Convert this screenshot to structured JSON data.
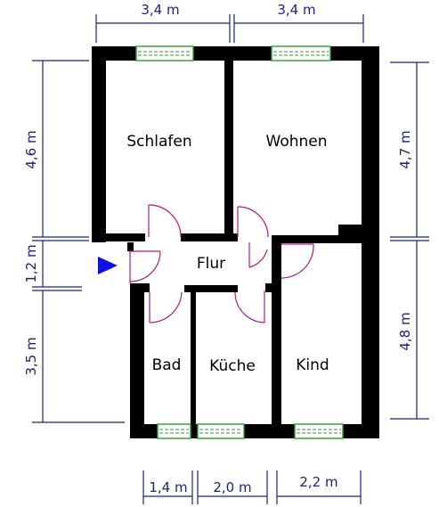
{
  "rooms": {
    "schlafen": "Schlafen",
    "wohnen": "Wohnen",
    "flur": "Flur",
    "bad": "Bad",
    "kueche": "Küche",
    "kind": "Kind"
  },
  "dimensions": {
    "top_left": "3,4 m",
    "top_right": "3,4 m",
    "left_upper": "4,6 m",
    "left_middle": "1,2 m",
    "left_lower": "3,5 m",
    "right_upper": "4,7 m",
    "right_lower": "4,8 m",
    "bottom_bad": "1,4 m",
    "bottom_kueche": "2,0 m",
    "bottom_kind": "2,2 m"
  },
  "colors": {
    "dimension": "#1a237e",
    "wall": "#000000",
    "door": "#b0188a",
    "window": "#2e9e2e",
    "entrance_marker": "#1010e0"
  },
  "icons": {
    "entrance": "entrance-arrow-icon"
  }
}
